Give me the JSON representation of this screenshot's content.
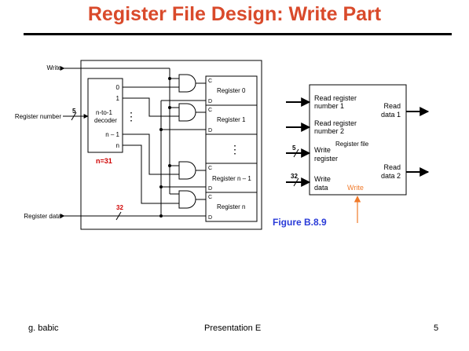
{
  "title": "Register File Design: Write Part",
  "colors": {
    "title": "#d94a2b",
    "red_label": "#d00000",
    "figure_label": "#2a3bd8",
    "write_label": "#f07a2a"
  },
  "left_circuit": {
    "write": "Write",
    "register_number": "Register number",
    "register_data": "Register data",
    "decoder_line1": "n-to-1",
    "decoder_line2": "decoder",
    "outputs": [
      "0",
      "1",
      "n – 1",
      "n"
    ],
    "dots": "⋮",
    "n_label": "n=31",
    "bus5": "5",
    "bus32": "32",
    "registers": [
      "Register 0",
      "Register 1",
      "Register n – 1",
      "Register n"
    ],
    "c": "C",
    "d": "D"
  },
  "right_block": {
    "read_register_1_a": "Read register",
    "read_register_1_b": "number 1",
    "read_register_2_a": "Read register",
    "read_register_2_b": "number 2",
    "write_register_a": "Write",
    "write_register_b": "register",
    "write_data_a": "Write",
    "write_data_b": "data",
    "register_file": "Register file",
    "read_data_1_a": "Read",
    "read_data_1_b": "data 1",
    "read_data_2_a": "Read",
    "read_data_2_b": "data 2",
    "write": "Write",
    "bus5": "5",
    "bus32": "32"
  },
  "figure_label": "Figure B.8.9",
  "footer": {
    "author": "g. babic",
    "presentation": "Presentation E",
    "page": "5"
  }
}
